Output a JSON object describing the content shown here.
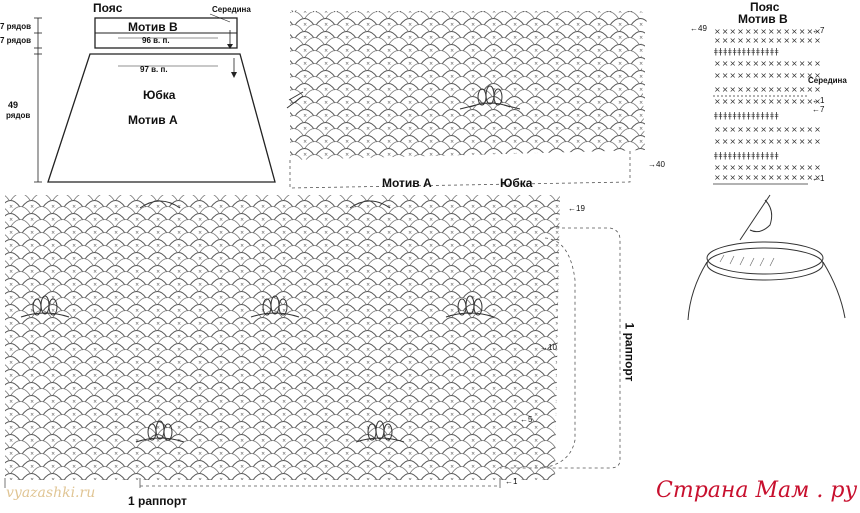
{
  "schematic": {
    "belt_label": "Пояс",
    "motif_b": "Мотив В",
    "middle": "Середина",
    "rows_top": "7 рядов",
    "rows_second": "7 рядов",
    "stitches_96": "96 в. п.",
    "stitches_97": "97 в. п.",
    "rows_49_num": "49",
    "rows_49_word": "рядов",
    "skirt": "Юбка",
    "motif_a": "Мотив А"
  },
  "main_chart": {
    "motif_a": "Мотив А",
    "skirt": "Юбка",
    "repeat_vertical": "1 раппорт",
    "repeat_horizontal": "1 раппорт",
    "row_markers": [
      "←49",
      "→40",
      "←19",
      "→10",
      "←5",
      "←1"
    ]
  },
  "belt_chart": {
    "belt": "Пояс",
    "motif_b": "Мотив В",
    "middle": "Середина",
    "row_markers": [
      "←7",
      "←1",
      "←7",
      "←1"
    ]
  },
  "watermarks": {
    "left": "vyazashki.ru",
    "right": "Страна Мам . ру"
  }
}
